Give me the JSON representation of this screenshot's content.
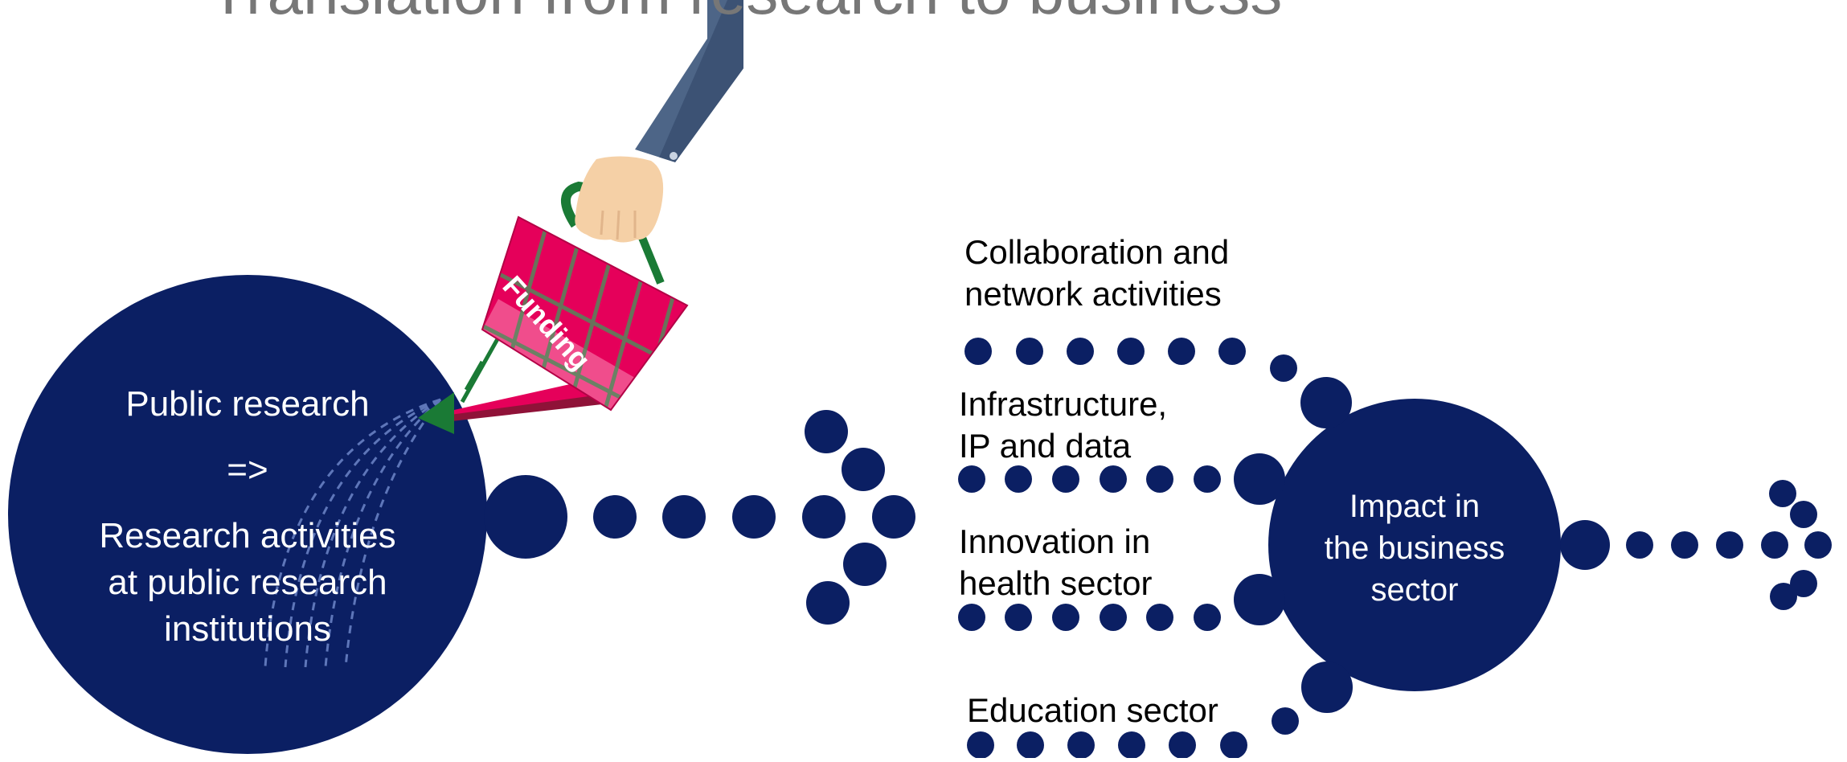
{
  "colors": {
    "navy": "#0b1f63",
    "can_pink": "#e5005a",
    "can_stripe": "#4a8f5a",
    "handle_green": "#1a7a35",
    "sleeve": "#4d6587",
    "skin": "#f5d0a6"
  },
  "title": "Translation from research to business",
  "source": {
    "line1": "Public research",
    "arrow": "=>",
    "line2": "Research activities",
    "line3": "at public research",
    "line4": "institutions"
  },
  "can_label": "Funding",
  "channels": [
    {
      "line1": "Collaboration and",
      "line2": "network activities"
    },
    {
      "line1": "Infrastructure,",
      "line2": "IP and data"
    },
    {
      "line1": "Innovation in",
      "line2": "health sector"
    },
    {
      "line1": "Education sector",
      "line2": ""
    }
  ],
  "target": {
    "line1": "Impact in",
    "line2": "the business",
    "line3": "sector"
  }
}
